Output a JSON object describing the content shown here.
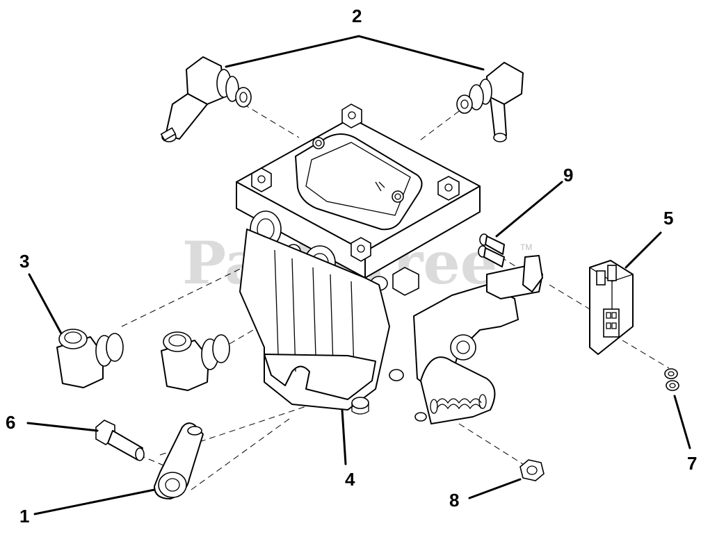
{
  "watermark": {
    "text": "PartsTree",
    "tm": "TM"
  },
  "callouts": [
    {
      "id": "1",
      "label": "1",
      "part": "lever-arm"
    },
    {
      "id": "2",
      "label": "2",
      "part": "elbow-fittings-top"
    },
    {
      "id": "3",
      "label": "3",
      "part": "elbow-fittings-side"
    },
    {
      "id": "4",
      "label": "4",
      "part": "pump-housing"
    },
    {
      "id": "5",
      "label": "5",
      "part": "bypass-connector"
    },
    {
      "id": "6",
      "label": "6",
      "part": "bolt"
    },
    {
      "id": "7",
      "label": "7",
      "part": "washers"
    },
    {
      "id": "8",
      "label": "8",
      "part": "nut"
    },
    {
      "id": "9",
      "label": "9",
      "part": "pins"
    }
  ]
}
